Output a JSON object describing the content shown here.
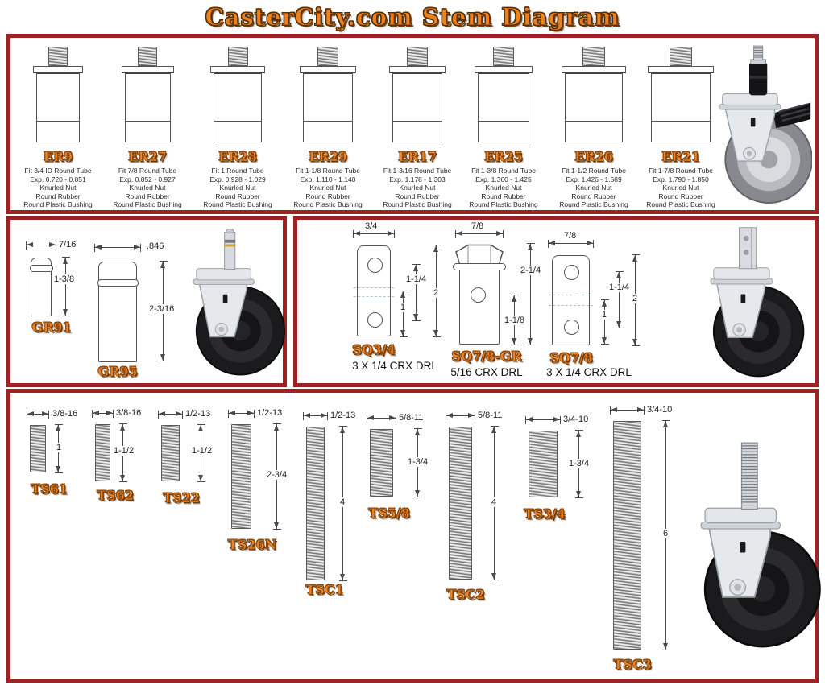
{
  "title": "CasterCity.com Stem Diagram",
  "colors": {
    "accent_orange": "#F5811C",
    "panel_border": "#9E2123"
  },
  "er_section": {
    "items": [
      {
        "label": "ER9",
        "desc": [
          "Fit 3/4 ID Round Tube",
          "Exp. 0.720 - 0.851",
          "Knurled Nut",
          "Round Rubber",
          "Round Plastic Bushing"
        ]
      },
      {
        "label": "ER27",
        "desc": [
          "Fit 7/8 Round Tube",
          "Exp. 0.852 - 0.927",
          "Knurled Nut",
          "Round Rubber",
          "Round Plastic Bushing"
        ]
      },
      {
        "label": "ER28",
        "desc": [
          "Fit 1 Round Tube",
          "Exp. 0.928 - 1.029",
          "Knurled Nut",
          "Round Rubber",
          "Round Plastic Bushing"
        ]
      },
      {
        "label": "ER29",
        "desc": [
          "Fit 1-1/8 Round Tube",
          "Exp. 1.110 - 1.140",
          "Knurled Nut",
          "Round Rubber",
          "Round Plastic Bushing"
        ]
      },
      {
        "label": "ER17",
        "desc": [
          "Fit 1-3/16 Round Tube",
          "Exp. 1.178 - 1.303",
          "Knurled Nut",
          "Round Rubber",
          "Round Plastic Bushing"
        ]
      },
      {
        "label": "ER25",
        "desc": [
          "Fit 1-3/8 Round Tube",
          "Exp. 1.360 - 1.425",
          "Knurled Nut",
          "Round Rubber",
          "Round Plastic Bushing"
        ]
      },
      {
        "label": "ER26",
        "desc": [
          "Fit 1-1/2 Round Tube",
          "Exp. 1.426 - 1.589",
          "Knurled Nut",
          "Round Rubber",
          "Round Plastic Bushing"
        ]
      },
      {
        "label": "ER21",
        "desc": [
          "Fit 1-7/8 Round Tube",
          "Exp. 1.790 - 1.850",
          "Knurled Nut",
          "Round Rubber",
          "Round Plastic Bushing"
        ]
      }
    ]
  },
  "gr_section": {
    "items": [
      {
        "label": "GR91",
        "width_dim": "7/16",
        "height_dim": "1-3/8"
      },
      {
        "label": "GR95",
        "width_dim": ".846",
        "height_dim": "2-3/16"
      }
    ]
  },
  "sq_section": {
    "items": [
      {
        "label": "SQ3/4",
        "subtitle": "3 X 1/4 CRX DRL",
        "width_dim": "3/4",
        "dim_a": "1-1/4",
        "dim_b": "1",
        "dim_c": "2"
      },
      {
        "label": "SQ7/8-GR",
        "subtitle": "5/16 CRX DRL",
        "width_dim": "7/8",
        "dim_a": "2-1/4",
        "dim_b": "1-1/8"
      },
      {
        "label": "SQ7/8",
        "subtitle": "3 X 1/4 CRX DRL",
        "width_dim": "7/8",
        "dim_a": "1-1/4",
        "dim_b": "1",
        "dim_c": "2"
      }
    ]
  },
  "ts_section": {
    "items": [
      {
        "label": "TS61",
        "thread": "3/8-16",
        "length": "1"
      },
      {
        "label": "TS62",
        "thread": "3/8-16",
        "length": "1-1/2"
      },
      {
        "label": "TS22",
        "thread": "1/2-13",
        "length": "1-1/2"
      },
      {
        "label": "TS26N",
        "thread": "1/2-13",
        "length": "2-3/4"
      },
      {
        "label": "TSC1",
        "thread": "1/2-13",
        "length": "4"
      },
      {
        "label": "TS5/8",
        "thread": "5/8-11",
        "length": "1-3/4"
      },
      {
        "label": "TSC2",
        "thread": "5/8-11",
        "length": "4"
      },
      {
        "label": "TS3/4",
        "thread": "3/4-10",
        "length": "1-3/4"
      },
      {
        "label": "TSC3",
        "thread": "3/4-10",
        "length": "6"
      }
    ]
  }
}
